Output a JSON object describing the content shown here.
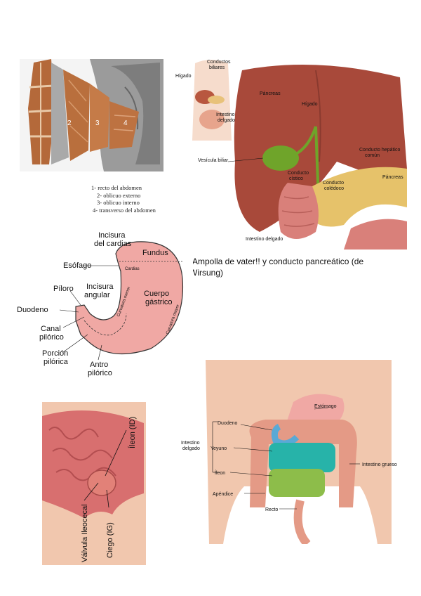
{
  "muscles": {
    "numbers": [
      "2",
      "3",
      "4"
    ],
    "legend": [
      "1- recto del abdomen",
      "2- oblicuo externo",
      "3- oblicuo interno",
      "4- transverso del abdomen"
    ]
  },
  "biliary": {
    "labels": {
      "higado_inset": "Hígado",
      "conductos": "Conductos\nbiliares",
      "pancreas_inset": "Páncreas",
      "intestino_inset": "Intestino\ndelgado",
      "higado": "Hígado",
      "conducto_hepatico": "Conducto hepático\ncomún",
      "vesicula": "Vesícula biliar",
      "conducto_cistico": "Conducto\ncístico",
      "conducto_coledoco": "Conducto\ncolédoco",
      "pancreas": "Páncreas",
      "intestino": "Intestino delgado"
    }
  },
  "caption": "¡Ampolla de vater!! y conducto pancreático (de Wirsung)",
  "stomach": {
    "labels": {
      "incisura_cardias": "Incisura\ndel cardias",
      "fundus": "Fundus",
      "esofago": "Esófago",
      "cardias": "Cardias",
      "piloro": "Píloro",
      "incisura_angular": "Incisura\nangular",
      "curvatura_menor": "Curvatura menor",
      "cuerpo": "Cuerpo\ngástrico",
      "curvatura_mayor": "Curvatura mayor",
      "duodeno": "Duodeno",
      "canal": "Canal\npilórico",
      "porcion": "Porción\npilórica",
      "antro": "Antro\npilórico"
    }
  },
  "ileocecal": {
    "labels": {
      "ileon": "Íleon (ID)",
      "valvula": "Válvula Ileocecal",
      "ciego": "Ciego (IG)"
    }
  },
  "intestine": {
    "labels": {
      "estomago": "Estómago",
      "intestino_delgado": "Intestino\ndelgado",
      "duodeno": "Duodeno",
      "yeyuno": "Yeyuno",
      "ileon": "Íleon",
      "intestino_grueso": "Intestino grueso",
      "apendice": "Apéndice",
      "recto": "Recto"
    }
  },
  "colors": {
    "muscle": "#b4693a",
    "gray": "#8a8a8a",
    "liver": "#a8493a",
    "gallbladder": "#6fa42a",
    "pancreas": "#e6c26a",
    "stomach": "#f0a8a4",
    "skin": "#f1c7ae",
    "duodeno": "#5aa9d6",
    "yeyuno": "#27b3a9",
    "ileon": "#8dbd4a"
  }
}
